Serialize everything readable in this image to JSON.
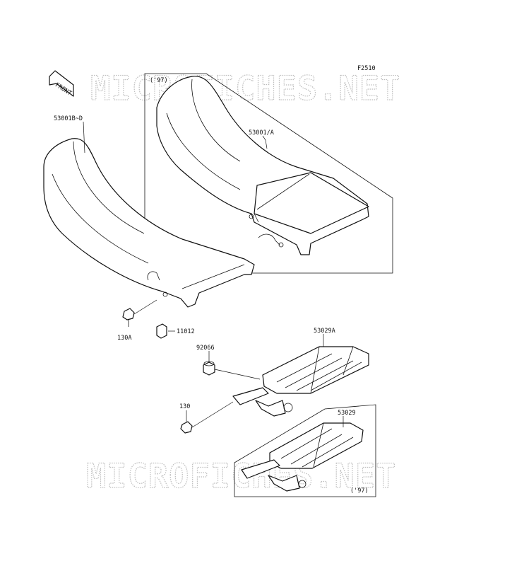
{
  "figure_id": "F2510",
  "watermark_text": "MICROFICHES.NET",
  "front_label": "FRONT",
  "callouts": {
    "seat_main": "53001B~D",
    "seat_97": "53001/A",
    "year_97_top": "('97)",
    "year_97_bottom": "('97)",
    "bolt_seat": "130A",
    "collar": "11012",
    "carrier_main": "53029A",
    "bushing": "92066",
    "bolt_carrier": "130",
    "carrier_97": "53029"
  }
}
